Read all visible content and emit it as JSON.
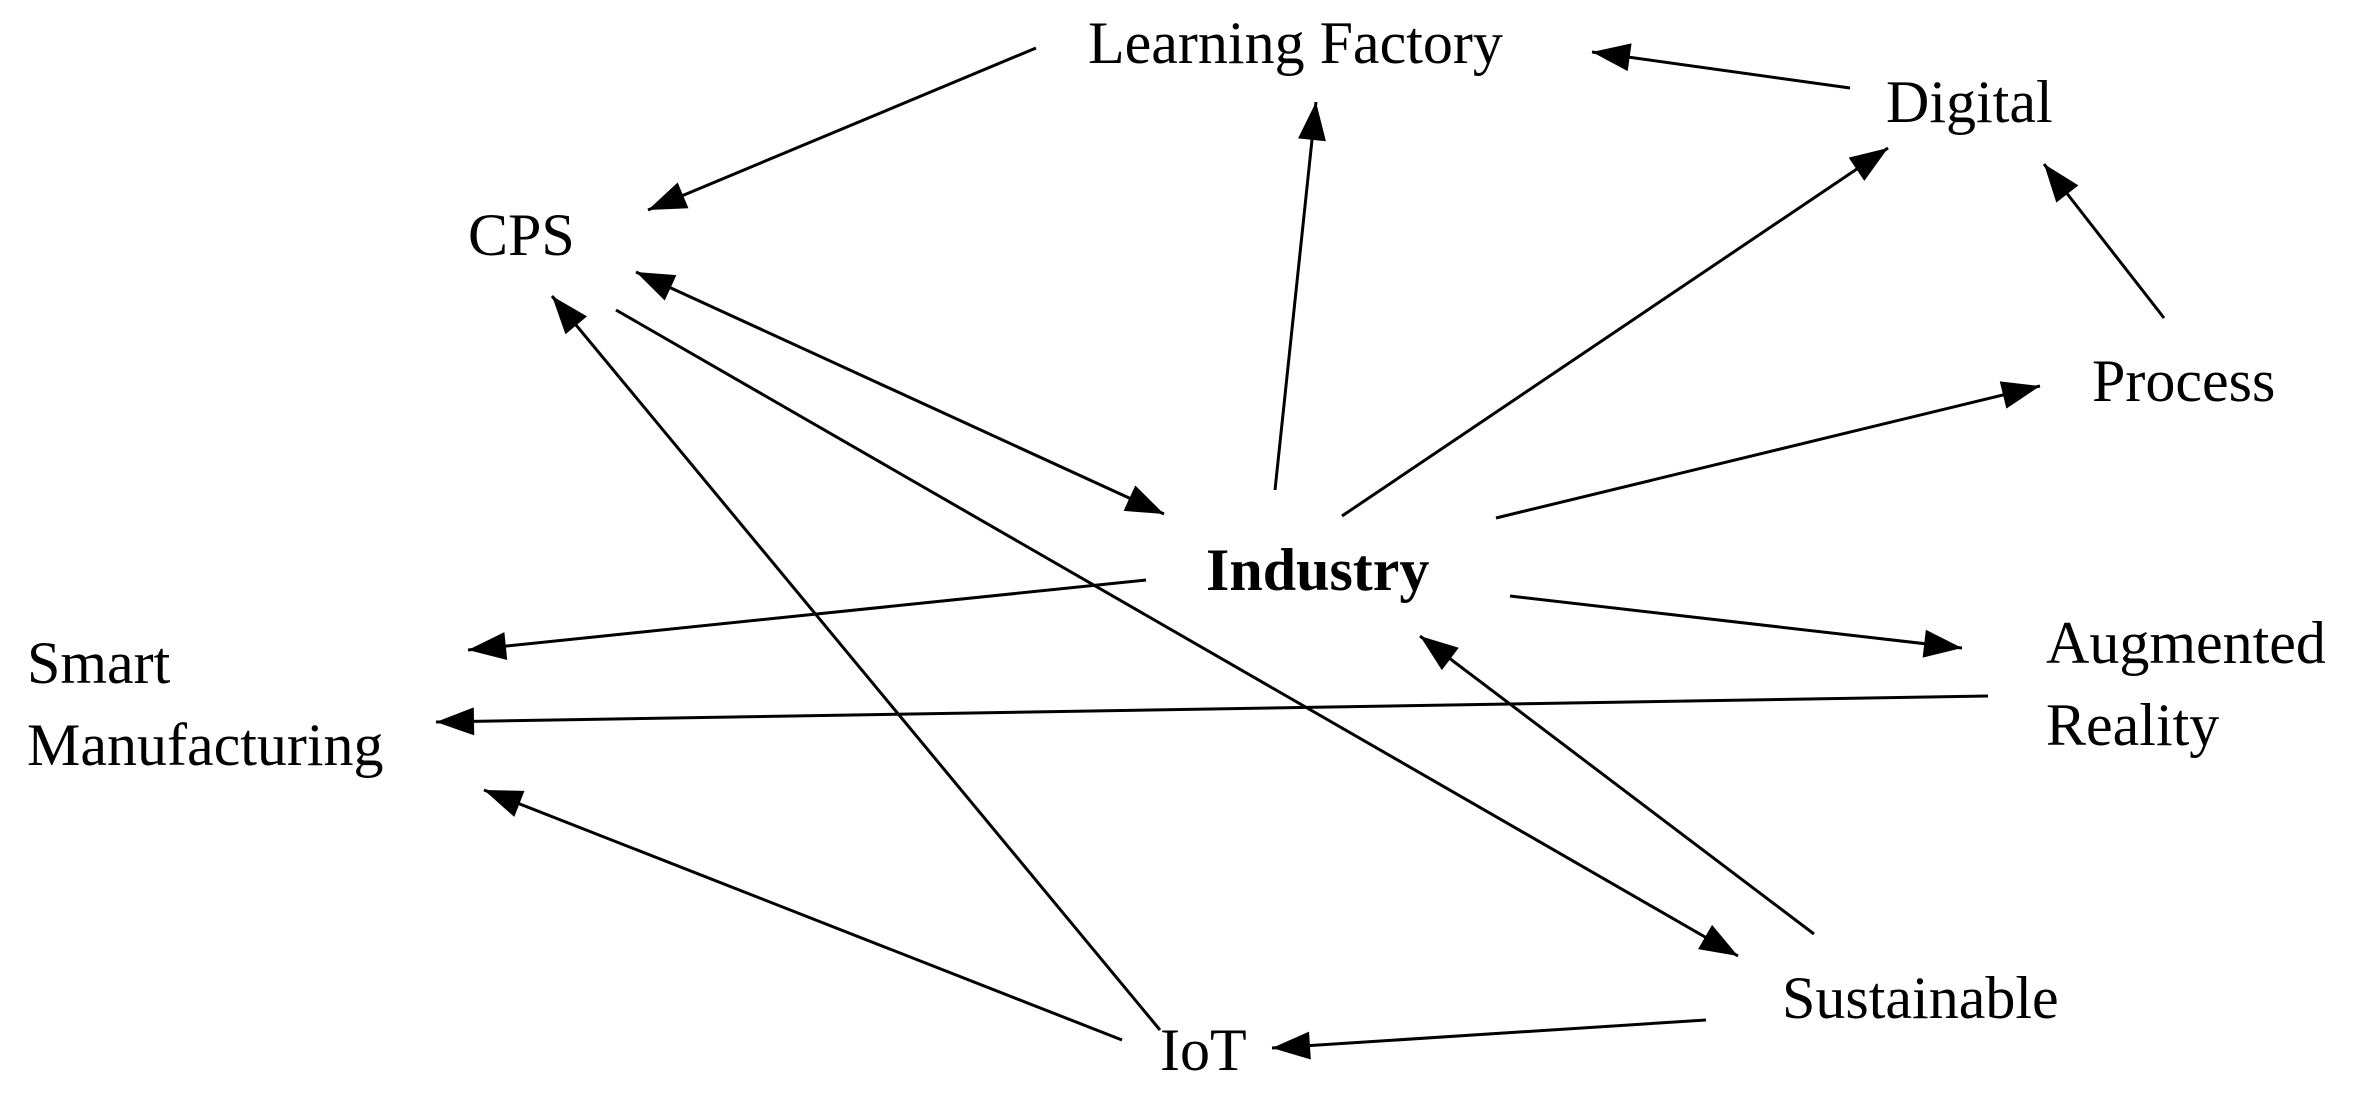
{
  "diagram": {
    "nodes": [
      {
        "id": "learning_factory",
        "lines": [
          "Learning Factory"
        ],
        "bold": false
      },
      {
        "id": "digital",
        "lines": [
          "Digital"
        ],
        "bold": false
      },
      {
        "id": "cps",
        "lines": [
          "CPS"
        ],
        "bold": false
      },
      {
        "id": "process",
        "lines": [
          "Process"
        ],
        "bold": false
      },
      {
        "id": "industry",
        "lines": [
          "Industry"
        ],
        "bold": true
      },
      {
        "id": "smart_manufacturing",
        "lines": [
          "Smart",
          "Manufacturing"
        ],
        "bold": false
      },
      {
        "id": "augmented_reality",
        "lines": [
          "Augmented",
          "Reality"
        ],
        "bold": false
      },
      {
        "id": "sustainable",
        "lines": [
          "Sustainable"
        ],
        "bold": false
      },
      {
        "id": "iot",
        "lines": [
          "IoT"
        ],
        "bold": false
      }
    ],
    "edges": [
      {
        "from": "learning_factory",
        "to": "cps",
        "bidirectional": false
      },
      {
        "from": "digital",
        "to": "learning_factory",
        "bidirectional": false
      },
      {
        "from": "process",
        "to": "digital",
        "bidirectional": false
      },
      {
        "from": "industry",
        "to": "cps",
        "bidirectional": true
      },
      {
        "from": "industry",
        "to": "learning_factory",
        "bidirectional": false
      },
      {
        "from": "industry",
        "to": "digital",
        "bidirectional": false
      },
      {
        "from": "industry",
        "to": "process",
        "bidirectional": false
      },
      {
        "from": "industry",
        "to": "smart_manufacturing",
        "bidirectional": false
      },
      {
        "from": "industry",
        "to": "augmented_reality",
        "bidirectional": false
      },
      {
        "from": "augmented_reality",
        "to": "smart_manufacturing",
        "bidirectional": false
      },
      {
        "from": "cps",
        "to": "sustainable",
        "bidirectional": false
      },
      {
        "from": "iot",
        "to": "cps",
        "bidirectional": false
      },
      {
        "from": "iot",
        "to": "smart_manufacturing",
        "bidirectional": false
      },
      {
        "from": "sustainable",
        "to": "industry",
        "bidirectional": false
      },
      {
        "from": "sustainable",
        "to": "iot",
        "bidirectional": false
      }
    ]
  }
}
